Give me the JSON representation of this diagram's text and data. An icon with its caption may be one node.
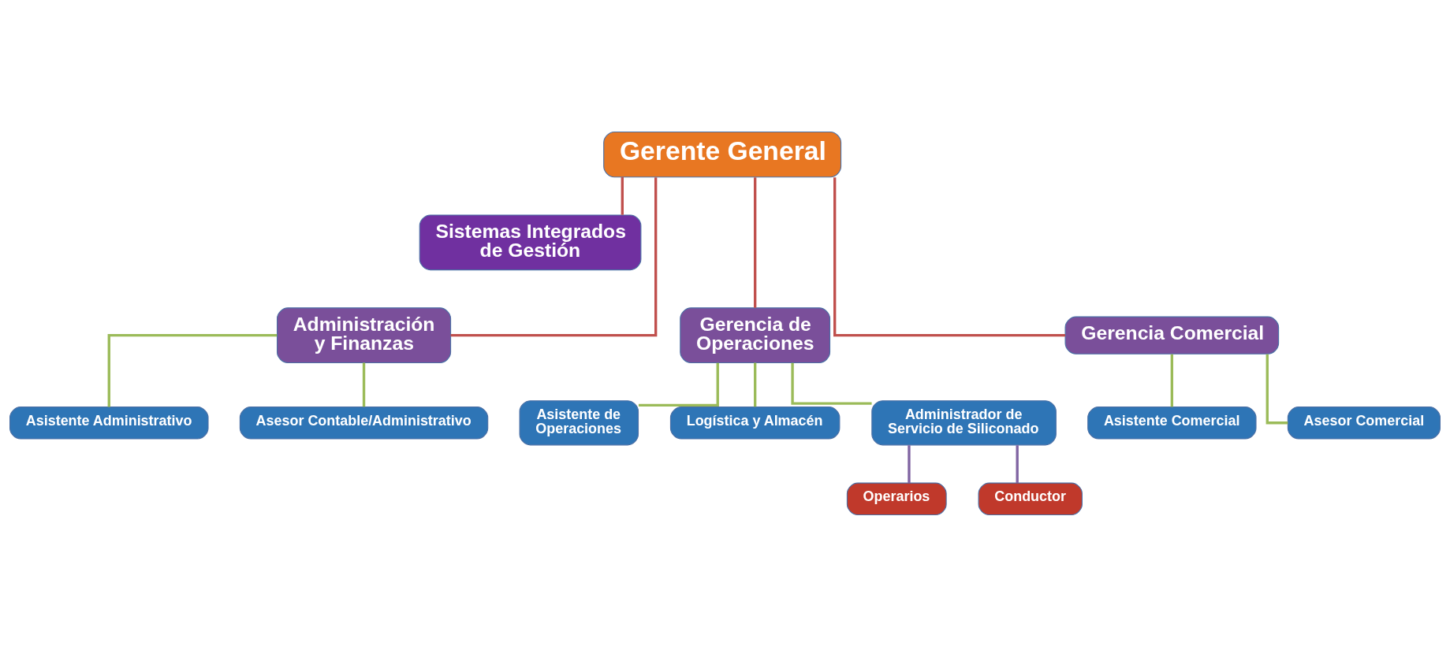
{
  "diagram": {
    "nodes": [
      {
        "text": [
          "Gerente General"
        ]
      },
      {
        "text": [
          "Sistemas Integrados de Gestión"
        ]
      },
      {
        "text": [
          "Administración y Finanzas"
        ]
      },
      {
        "text": [
          "Gerencia de Operaciones"
        ]
      },
      {
        "text": [
          "Gerencia Comercial"
        ]
      },
      {
        "text": [
          "Asistente Administrativo"
        ]
      },
      {
        "text": [
          "Asesor Contable/Administrativo"
        ]
      },
      {
        "text": [
          "Asistente de Operaciones"
        ]
      },
      {
        "text": [
          "Logística y Almacén"
        ]
      },
      {
        "text": [
          "Administrador de Servicio de Siliconado"
        ]
      },
      {
        "text": [
          "Operarios"
        ]
      },
      {
        "text": [
          "Conductor"
        ]
      },
      {
        "text": [
          "Asistente Comercial"
        ]
      },
      {
        "text": [
          "Asesor Comercial"
        ]
      }
    ],
    "edges": [
      {
        "from": 0,
        "to": 1,
        "arrow": "none",
        "color": "#c0504d"
      },
      {
        "from": 0,
        "to": 2,
        "arrow": "none",
        "color": "#c0504d"
      },
      {
        "from": 0,
        "to": 3,
        "arrow": "none",
        "color": "#c0504d"
      },
      {
        "from": 0,
        "to": 4,
        "arrow": "none",
        "color": "#c0504d"
      },
      {
        "from": 2,
        "to": 5,
        "arrow": "none"
      },
      {
        "from": 2,
        "to": 6,
        "arrow": "none"
      },
      {
        "from": 3,
        "to": 7,
        "arrow": "none"
      },
      {
        "from": 3,
        "to": 8,
        "arrow": "none"
      },
      {
        "from": 3,
        "to": 9,
        "arrow": "none"
      },
      {
        "from": 9,
        "to": 10,
        "arrow": "none",
        "color": "#8064a2"
      },
      {
        "from": 9,
        "to": 11,
        "arrow": "none",
        "color": "#8064a2"
      },
      {
        "from": 4,
        "to": 12,
        "arrow": "none"
      },
      {
        "from": 4,
        "to": 13,
        "arrow": "none"
      }
    ]
  }
}
